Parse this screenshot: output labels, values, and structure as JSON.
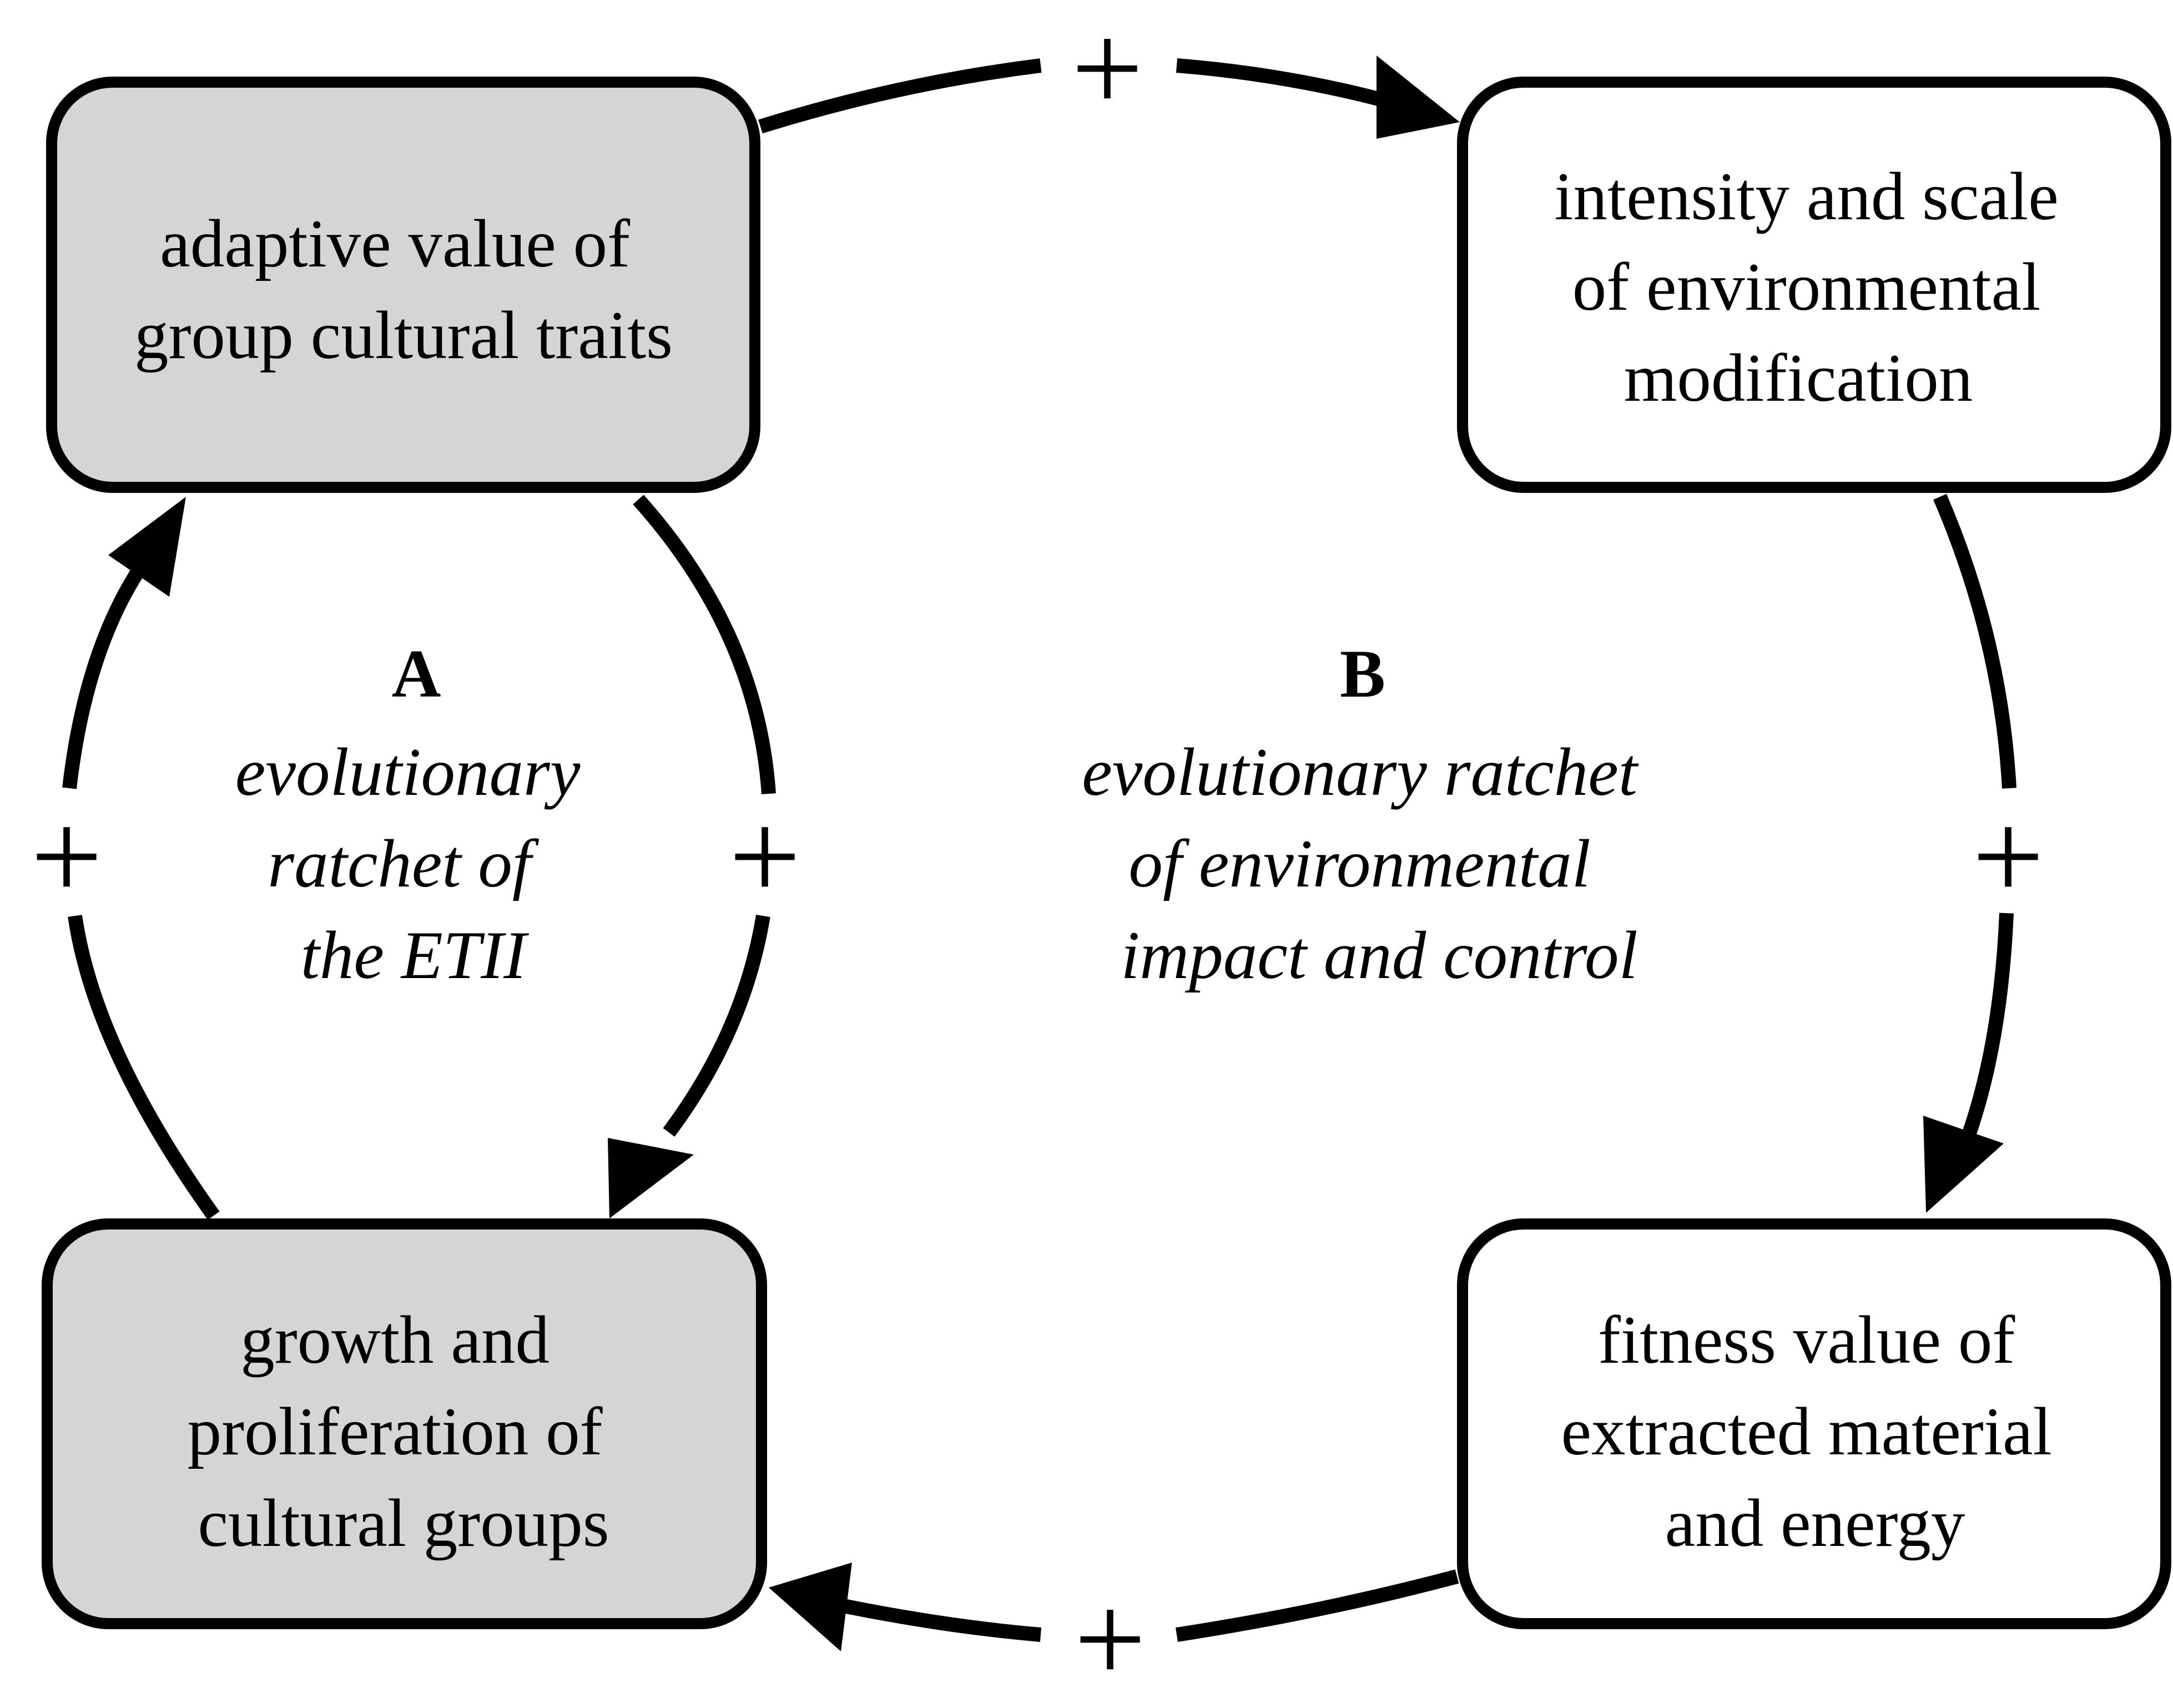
{
  "nodes": {
    "adaptive_value": {
      "lines": [
        "adaptive value of",
        "group cultural traits"
      ],
      "fill": "#d6d4d5"
    },
    "intensity": {
      "lines": [
        "intensity and scale",
        "of environmental",
        "modification"
      ],
      "fill": "#ffffff"
    },
    "growth": {
      "lines": [
        "growth and",
        "proliferation of",
        "cultural groups"
      ],
      "fill": "#d6d4d5"
    },
    "fitness": {
      "lines": [
        "fitness value of",
        "extracted material",
        "and energy"
      ],
      "fill": "#ffffff"
    }
  },
  "loops": {
    "a": {
      "title": "A",
      "lines": [
        "evolutionary",
        "ratchet of",
        "the ETII"
      ]
    },
    "b": {
      "title": "B",
      "lines": [
        "evolutionary ratchet",
        "of environmental",
        "impact and control"
      ]
    }
  },
  "signs": {
    "top": "+",
    "left": "+",
    "inner": "+",
    "right": "+",
    "bottom": "+"
  },
  "colors": {
    "stroke": "#000000",
    "background": "#ffffff"
  }
}
